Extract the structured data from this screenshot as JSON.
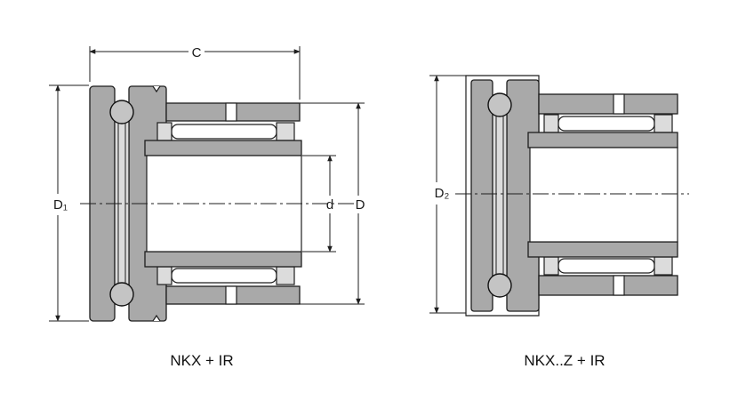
{
  "figure": {
    "left": {
      "caption": "NKX + IR",
      "labels": {
        "c": "C",
        "d1": "D₁",
        "d": "d",
        "d_outer": "D"
      }
    },
    "right": {
      "caption": "NKX..Z + IR",
      "labels": {
        "d2": "D₂"
      }
    }
  }
}
